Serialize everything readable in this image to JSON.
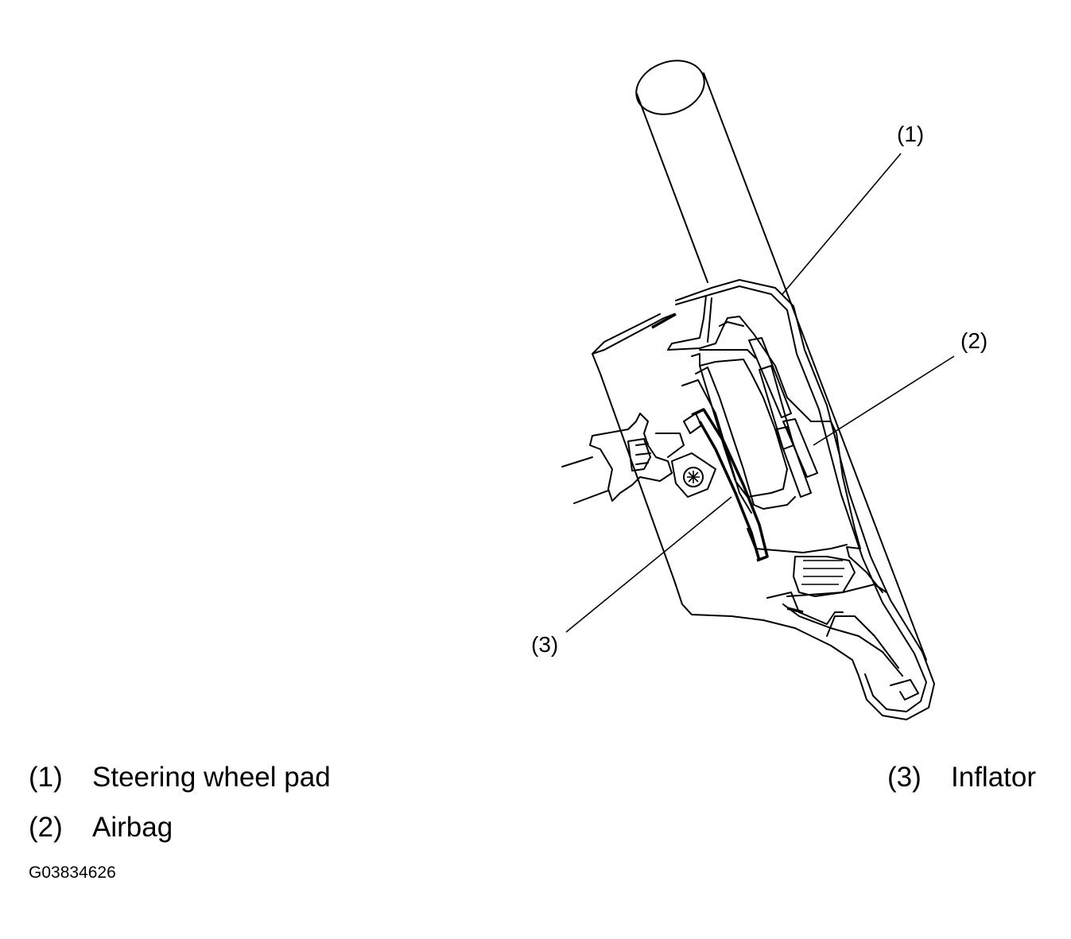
{
  "callouts": [
    {
      "id": "1",
      "label": "(1)"
    },
    {
      "id": "2",
      "label": "(2)"
    },
    {
      "id": "3",
      "label": "(3)"
    }
  ],
  "legend": [
    {
      "num": "(1)",
      "text": "Steering wheel pad"
    },
    {
      "num": "(2)",
      "text": "Airbag"
    },
    {
      "num": "(3)",
      "text": "Inflator"
    }
  ],
  "figure_id": "G03834626"
}
